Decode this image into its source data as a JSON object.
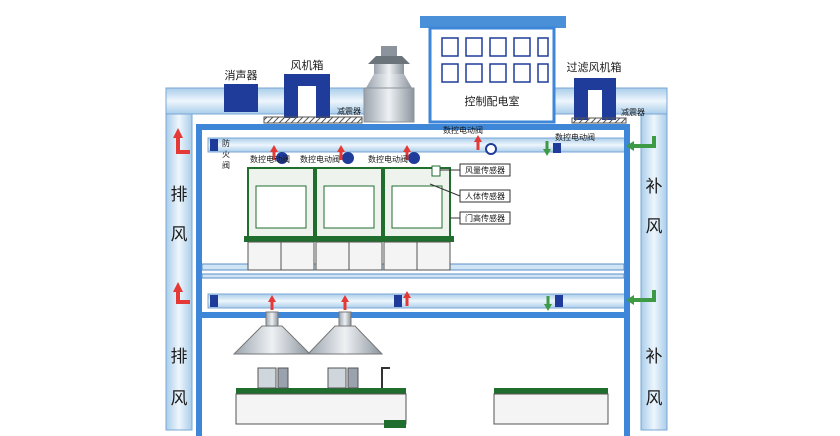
{
  "labels": {
    "muffler": "消声器",
    "fan_box": "风机箱",
    "damper_left": "减震器",
    "control_room": "控制配电室",
    "filter_fan_box": "过滤风机箱",
    "damper_right": "减震器",
    "fire_valve": "防火阀",
    "cv_top_1": "数控电动阀",
    "cv_top_2": "数控电动阀",
    "cv_top_3": "数控电动阀",
    "cv_main": "数控电动阀",
    "cv_main_2": "数控电动阀",
    "sensor_airflow": "风量传感器",
    "sensor_human": "人体传感器",
    "sensor_door": "门高传感器",
    "exhaust_1": "排",
    "exhaust_2": "风",
    "exhaust_3": "排",
    "exhaust_4": "风",
    "supply_1": "补",
    "supply_2": "风",
    "supply_3": "补",
    "supply_4": "风"
  },
  "colors": {
    "duct": "#cfe4f5",
    "duct_edge": "#5b8fc7",
    "frame": "#3d86d8",
    "equipment": "#1f3c9a",
    "exhaust_arrow": "#e53935",
    "supply_arrow": "#3f9a45",
    "hood": "#1f6e2d"
  }
}
